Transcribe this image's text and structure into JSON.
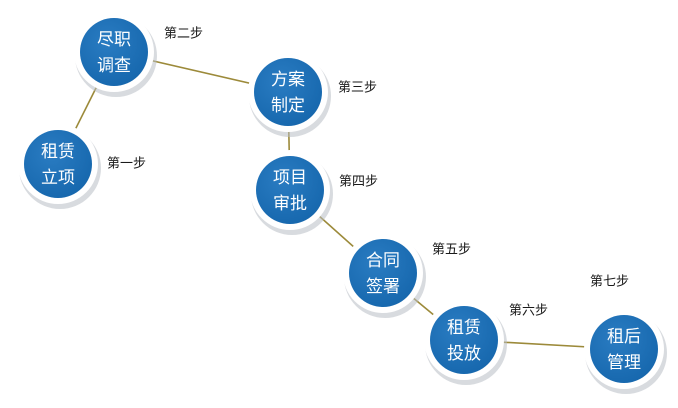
{
  "steps": [
    {
      "id": "lease-initiation",
      "line1": "租赁",
      "line2": "立项",
      "step_label": "第一步"
    },
    {
      "id": "due-diligence",
      "line1": "尽职",
      "line2": "调查",
      "step_label": "第二步"
    },
    {
      "id": "plan-formulation",
      "line1": "方案",
      "line2": "制定",
      "step_label": "第三步"
    },
    {
      "id": "project-review",
      "line1": "项目",
      "line2": "审批",
      "step_label": "第四步"
    },
    {
      "id": "contract-signing",
      "line1": "合同",
      "line2": "签署",
      "step_label": "第五步"
    },
    {
      "id": "lease-investment",
      "line1": "租赁",
      "line2": "投放",
      "step_label": "第六步"
    },
    {
      "id": "post-lease-management",
      "line1": "租后",
      "line2": "管理",
      "step_label": "第七步"
    }
  ],
  "colors": {
    "node_fill": "#1667ad",
    "node_fill_light": "#2a7cc2",
    "ring": "#ffffff",
    "connector": "#9c8a3a",
    "label_text": "#1a1a1a"
  }
}
